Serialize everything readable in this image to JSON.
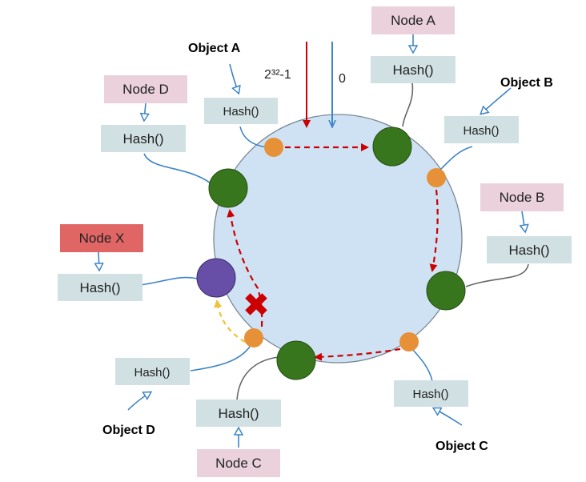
{
  "colors": {
    "ring_fill": "#cfe2f3",
    "ring_stroke": "#7a8895",
    "node_green": "#38761d",
    "node_purple": "#674ea7",
    "object_orange": "#e69138",
    "hash_box": "#d0e0e3",
    "node_box": "#ead1dc",
    "node_x_box": "#e06666",
    "arrow_red": "#cc0000",
    "arrow_blue": "#3d85c6",
    "arrow_yellow": "#f1c232"
  },
  "ring": {
    "zero_label": "0",
    "max_label": "2³²-1"
  },
  "hash_label": "Hash()",
  "nodes": {
    "a": "Node A",
    "b": "Node B",
    "c": "Node C",
    "d": "Node D",
    "x": "Node X"
  },
  "objects": {
    "a": "Object A",
    "b": "Object B",
    "c": "Object C",
    "d": "Object D"
  },
  "icons": {
    "failure": "cross-icon"
  }
}
